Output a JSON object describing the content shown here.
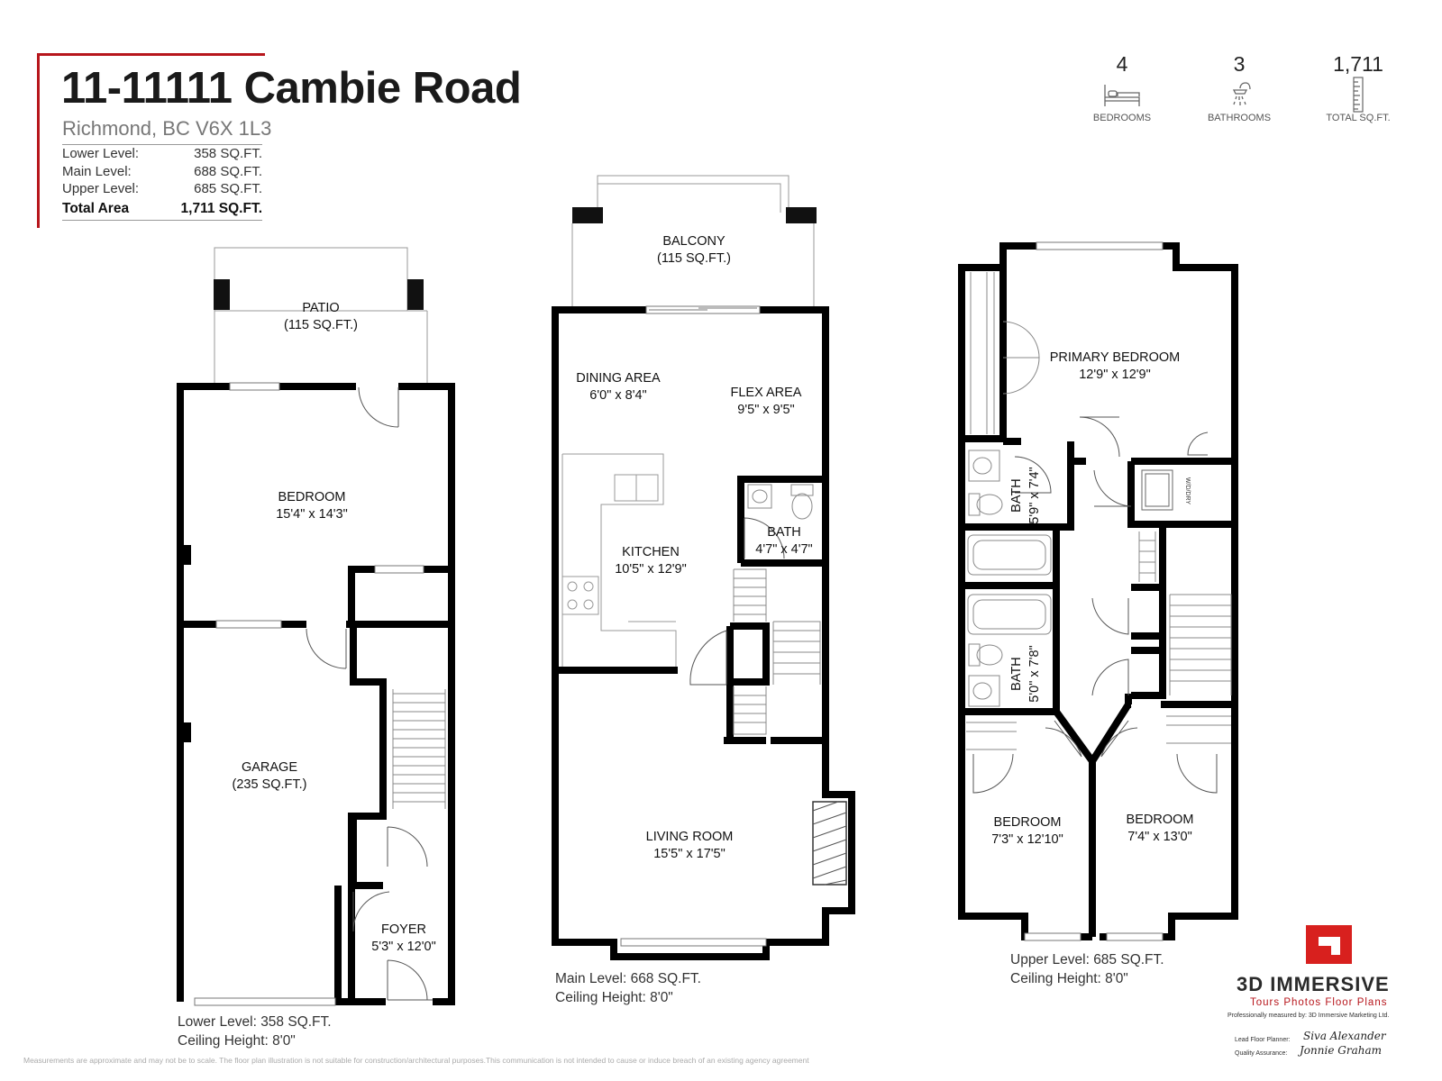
{
  "header": {
    "address": "11-11111 Cambie Road",
    "city": "Richmond, BC V6X 1L3",
    "areas": [
      {
        "label": "Lower Level:",
        "value": "358 SQ.FT."
      },
      {
        "label": "Main Level:",
        "value": "688 SQ.FT."
      },
      {
        "label": "Upper Level:",
        "value": "685 SQ.FT."
      }
    ],
    "total": {
      "label": "Total Area",
      "value": "1,711 SQ.FT."
    }
  },
  "stats": [
    {
      "value": "4",
      "label": "BEDROOMS",
      "icon": "bed-icon"
    },
    {
      "value": "3",
      "label": "BATHROOMS",
      "icon": "shower-icon"
    },
    {
      "value": "1,711",
      "label": "TOTAL SQ.FT.",
      "icon": "ruler-icon"
    }
  ],
  "lower": {
    "patio": {
      "name": "PATIO",
      "size": "(115 SQ.FT.)"
    },
    "bedroom": {
      "name": "BEDROOM",
      "size": "15'4\" x 14'3\""
    },
    "garage": {
      "name": "GARAGE",
      "size": "(235 SQ.FT.)"
    },
    "foyer": {
      "name": "FOYER",
      "size": "5'3\" x 12'0\""
    },
    "note_area": "Lower Level: 358 SQ.FT.",
    "note_ceiling": "Ceiling Height: 8'0\""
  },
  "main": {
    "balcony": {
      "name": "BALCONY",
      "size": "(115 SQ.FT.)"
    },
    "dining": {
      "name": "DINING AREA",
      "size": "6'0\" x 8'4\""
    },
    "flex": {
      "name": "FLEX AREA",
      "size": "9'5\" x 9'5\""
    },
    "kitchen": {
      "name": "KITCHEN",
      "size": "10'5\" x 12'9\""
    },
    "bath": {
      "name": "BATH",
      "size": "4'7\" x 4'7\""
    },
    "living": {
      "name": "LIVING ROOM",
      "size": "15'5\" x 17'5\""
    },
    "note_area": "Main Level: 668 SQ.FT.",
    "note_ceiling": "Ceiling Height: 8'0\""
  },
  "upper": {
    "primary": {
      "name": "PRIMARY BEDROOM",
      "size": "12'9\" x 12'9\""
    },
    "bath1": {
      "name": "BATH",
      "size": "5'9\" x 7'4\""
    },
    "bath2": {
      "name": "BATH",
      "size": "5'0\" x 7'8\""
    },
    "wd": "W/D/DRY",
    "bed_left": {
      "name": "BEDROOM",
      "size": "7'3\" x 12'10\""
    },
    "bed_right": {
      "name": "BEDROOM",
      "size": "7'4\" x 13'0\""
    },
    "note_area": "Upper Level: 685 SQ.FT.",
    "note_ceiling": "Ceiling Height: 8'0\""
  },
  "brand": {
    "name": "3D IMMERSIVE",
    "tagline": "Tours  Photos  Floor Plans",
    "measured": "Professionally measured by: 3D Immersive Marketing Ltd.",
    "lead_label": "Lead Floor Planner:",
    "lead_sig": "Siva Alexander",
    "qa_label": "Quality Assurance:",
    "qa_sig": "Jonnie Graham"
  },
  "disclaimer": "Measurements are approximate and may not be to scale.  The floor plan illustration is not suitable for construction/architectural purposes.This communication is not intended to cause or induce breach of an existing agency agreement",
  "colors": {
    "accent": "#b7161c",
    "wall": "#000000"
  }
}
